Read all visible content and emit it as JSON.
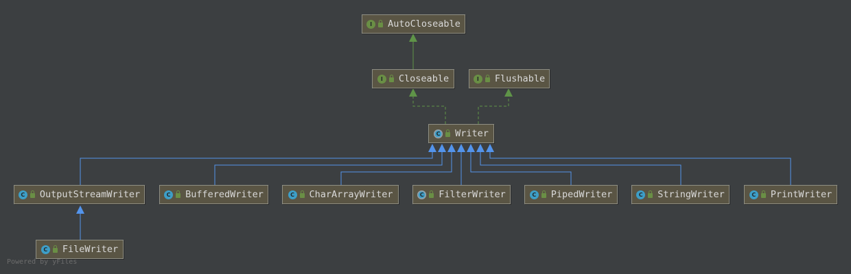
{
  "diagram": {
    "nodes": [
      {
        "id": "autocloseable",
        "label": "AutoCloseable",
        "kind": "interface",
        "kind_letter": "I"
      },
      {
        "id": "closeable",
        "label": "Closeable",
        "kind": "interface",
        "kind_letter": "I"
      },
      {
        "id": "flushable",
        "label": "Flushable",
        "kind": "interface",
        "kind_letter": "I"
      },
      {
        "id": "writer",
        "label": "Writer",
        "kind": "abstract",
        "kind_letter": "C"
      },
      {
        "id": "outputstreamwriter",
        "label": "OutputStreamWriter",
        "kind": "class",
        "kind_letter": "C"
      },
      {
        "id": "bufferedwriter",
        "label": "BufferedWriter",
        "kind": "class",
        "kind_letter": "C"
      },
      {
        "id": "chararraywriter",
        "label": "CharArrayWriter",
        "kind": "class",
        "kind_letter": "C"
      },
      {
        "id": "filterwriter",
        "label": "FilterWriter",
        "kind": "abstract",
        "kind_letter": "C"
      },
      {
        "id": "pipedwriter",
        "label": "PipedWriter",
        "kind": "class",
        "kind_letter": "C"
      },
      {
        "id": "stringwriter",
        "label": "StringWriter",
        "kind": "class",
        "kind_letter": "C"
      },
      {
        "id": "printwriter",
        "label": "PrintWriter",
        "kind": "class",
        "kind_letter": "C"
      },
      {
        "id": "filewriter",
        "label": "FileWriter",
        "kind": "class",
        "kind_letter": "C"
      }
    ],
    "edges": [
      {
        "from": "closeable",
        "to": "autocloseable",
        "type": "extends-interface"
      },
      {
        "from": "writer",
        "to": "closeable",
        "type": "implements"
      },
      {
        "from": "writer",
        "to": "flushable",
        "type": "implements"
      },
      {
        "from": "outputstreamwriter",
        "to": "writer",
        "type": "extends"
      },
      {
        "from": "bufferedwriter",
        "to": "writer",
        "type": "extends"
      },
      {
        "from": "chararraywriter",
        "to": "writer",
        "type": "extends"
      },
      {
        "from": "filterwriter",
        "to": "writer",
        "type": "extends"
      },
      {
        "from": "pipedwriter",
        "to": "writer",
        "type": "extends"
      },
      {
        "from": "stringwriter",
        "to": "writer",
        "type": "extends"
      },
      {
        "from": "printwriter",
        "to": "writer",
        "type": "extends"
      },
      {
        "from": "filewriter",
        "to": "outputstreamwriter",
        "type": "extends"
      }
    ],
    "colors": {
      "background": "#3c3f41",
      "node_fill": "#5a5544",
      "node_border": "#8f8f84",
      "node_text": "#d9d9d9",
      "interface_edge": "#5f9448",
      "class_edge": "#5394ec",
      "interface_badge": "#6a8f45",
      "class_badge": "#3d9ec7"
    }
  },
  "footer": {
    "text": "Powered by yFiles"
  }
}
